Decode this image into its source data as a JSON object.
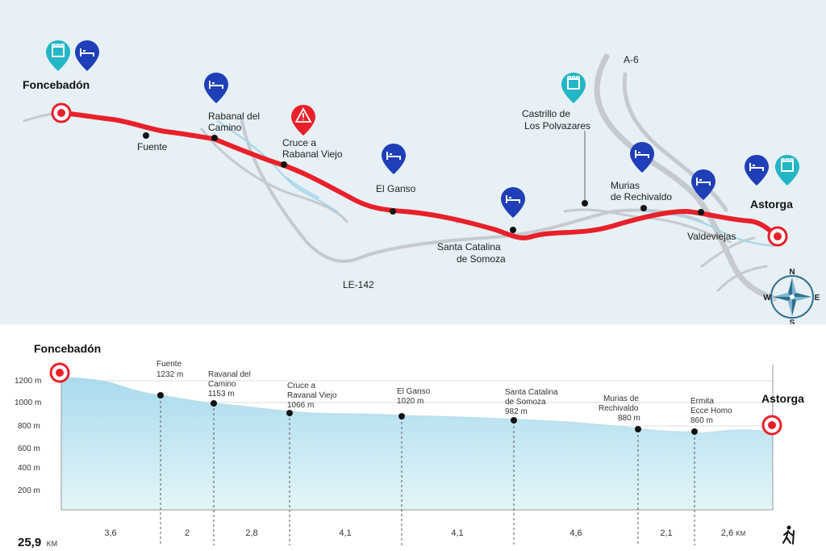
{
  "map": {
    "start_label": "Foncebadón",
    "end_label": "Astorga",
    "places": [
      {
        "name": "Fuente"
      },
      {
        "name": "Rabanal del",
        "name2": "Camino"
      },
      {
        "name": "Cruce a",
        "name2": "Rabanal Viejo"
      },
      {
        "name": "El Ganso"
      },
      {
        "name": "Santa Catalina",
        "name2": "de Somoza"
      },
      {
        "name": "Castrillo de",
        "name2": "Los Polvazares"
      },
      {
        "name": "Murias",
        "name2": "de Rechivaldo"
      },
      {
        "name": "Valdeviejas"
      }
    ],
    "roads": [
      "A-6",
      "LE-142"
    ],
    "compass": {
      "n": "N",
      "s": "S",
      "e": "E",
      "w": "W"
    },
    "colors": {
      "route": "#e8202a",
      "road": "#c8ccd0",
      "river": "#a6d4ea",
      "hotel_pin": "#1f3fb8",
      "monument_pin": "#22b6c6",
      "warning_pin": "#e8202a",
      "sea": "#e6f0f5"
    }
  },
  "profile": {
    "start_label": "Foncebadón",
    "end_label": "Astorga",
    "y_axis": [
      "1200 m",
      "1000 m",
      "800 m",
      "600 m",
      "400 m",
      "200 m"
    ],
    "waypoints": [
      {
        "l1": "Fuente",
        "l2": "1232 m",
        "elev": 1232
      },
      {
        "l1": "Ravanal del",
        "l2": "Camino",
        "l3": "1153 m",
        "elev": 1153
      },
      {
        "l1": "Cruce a",
        "l2": "Ravanal Viejo",
        "l3": "1066 m",
        "elev": 1066
      },
      {
        "l1": "El Ganso",
        "l2": "1020 m",
        "elev": 1020
      },
      {
        "l1": "Santa Catalina",
        "l2": "de Somoza",
        "l3": "982 m",
        "elev": 982
      },
      {
        "l1": "Murias de",
        "l2": "Rechivaldo",
        "l3": "880 m",
        "elev": 880
      },
      {
        "l1": "Ermita",
        "l2": "Ecce Homo",
        "l3": "860 m",
        "elev": 860
      }
    ],
    "segments": [
      "3,6",
      "2",
      "2,8",
      "4,1",
      "4,1",
      "4,6",
      "2,1",
      "2,6"
    ],
    "segment_unit": "KM",
    "total": "25,9",
    "total_unit": "KM"
  }
}
